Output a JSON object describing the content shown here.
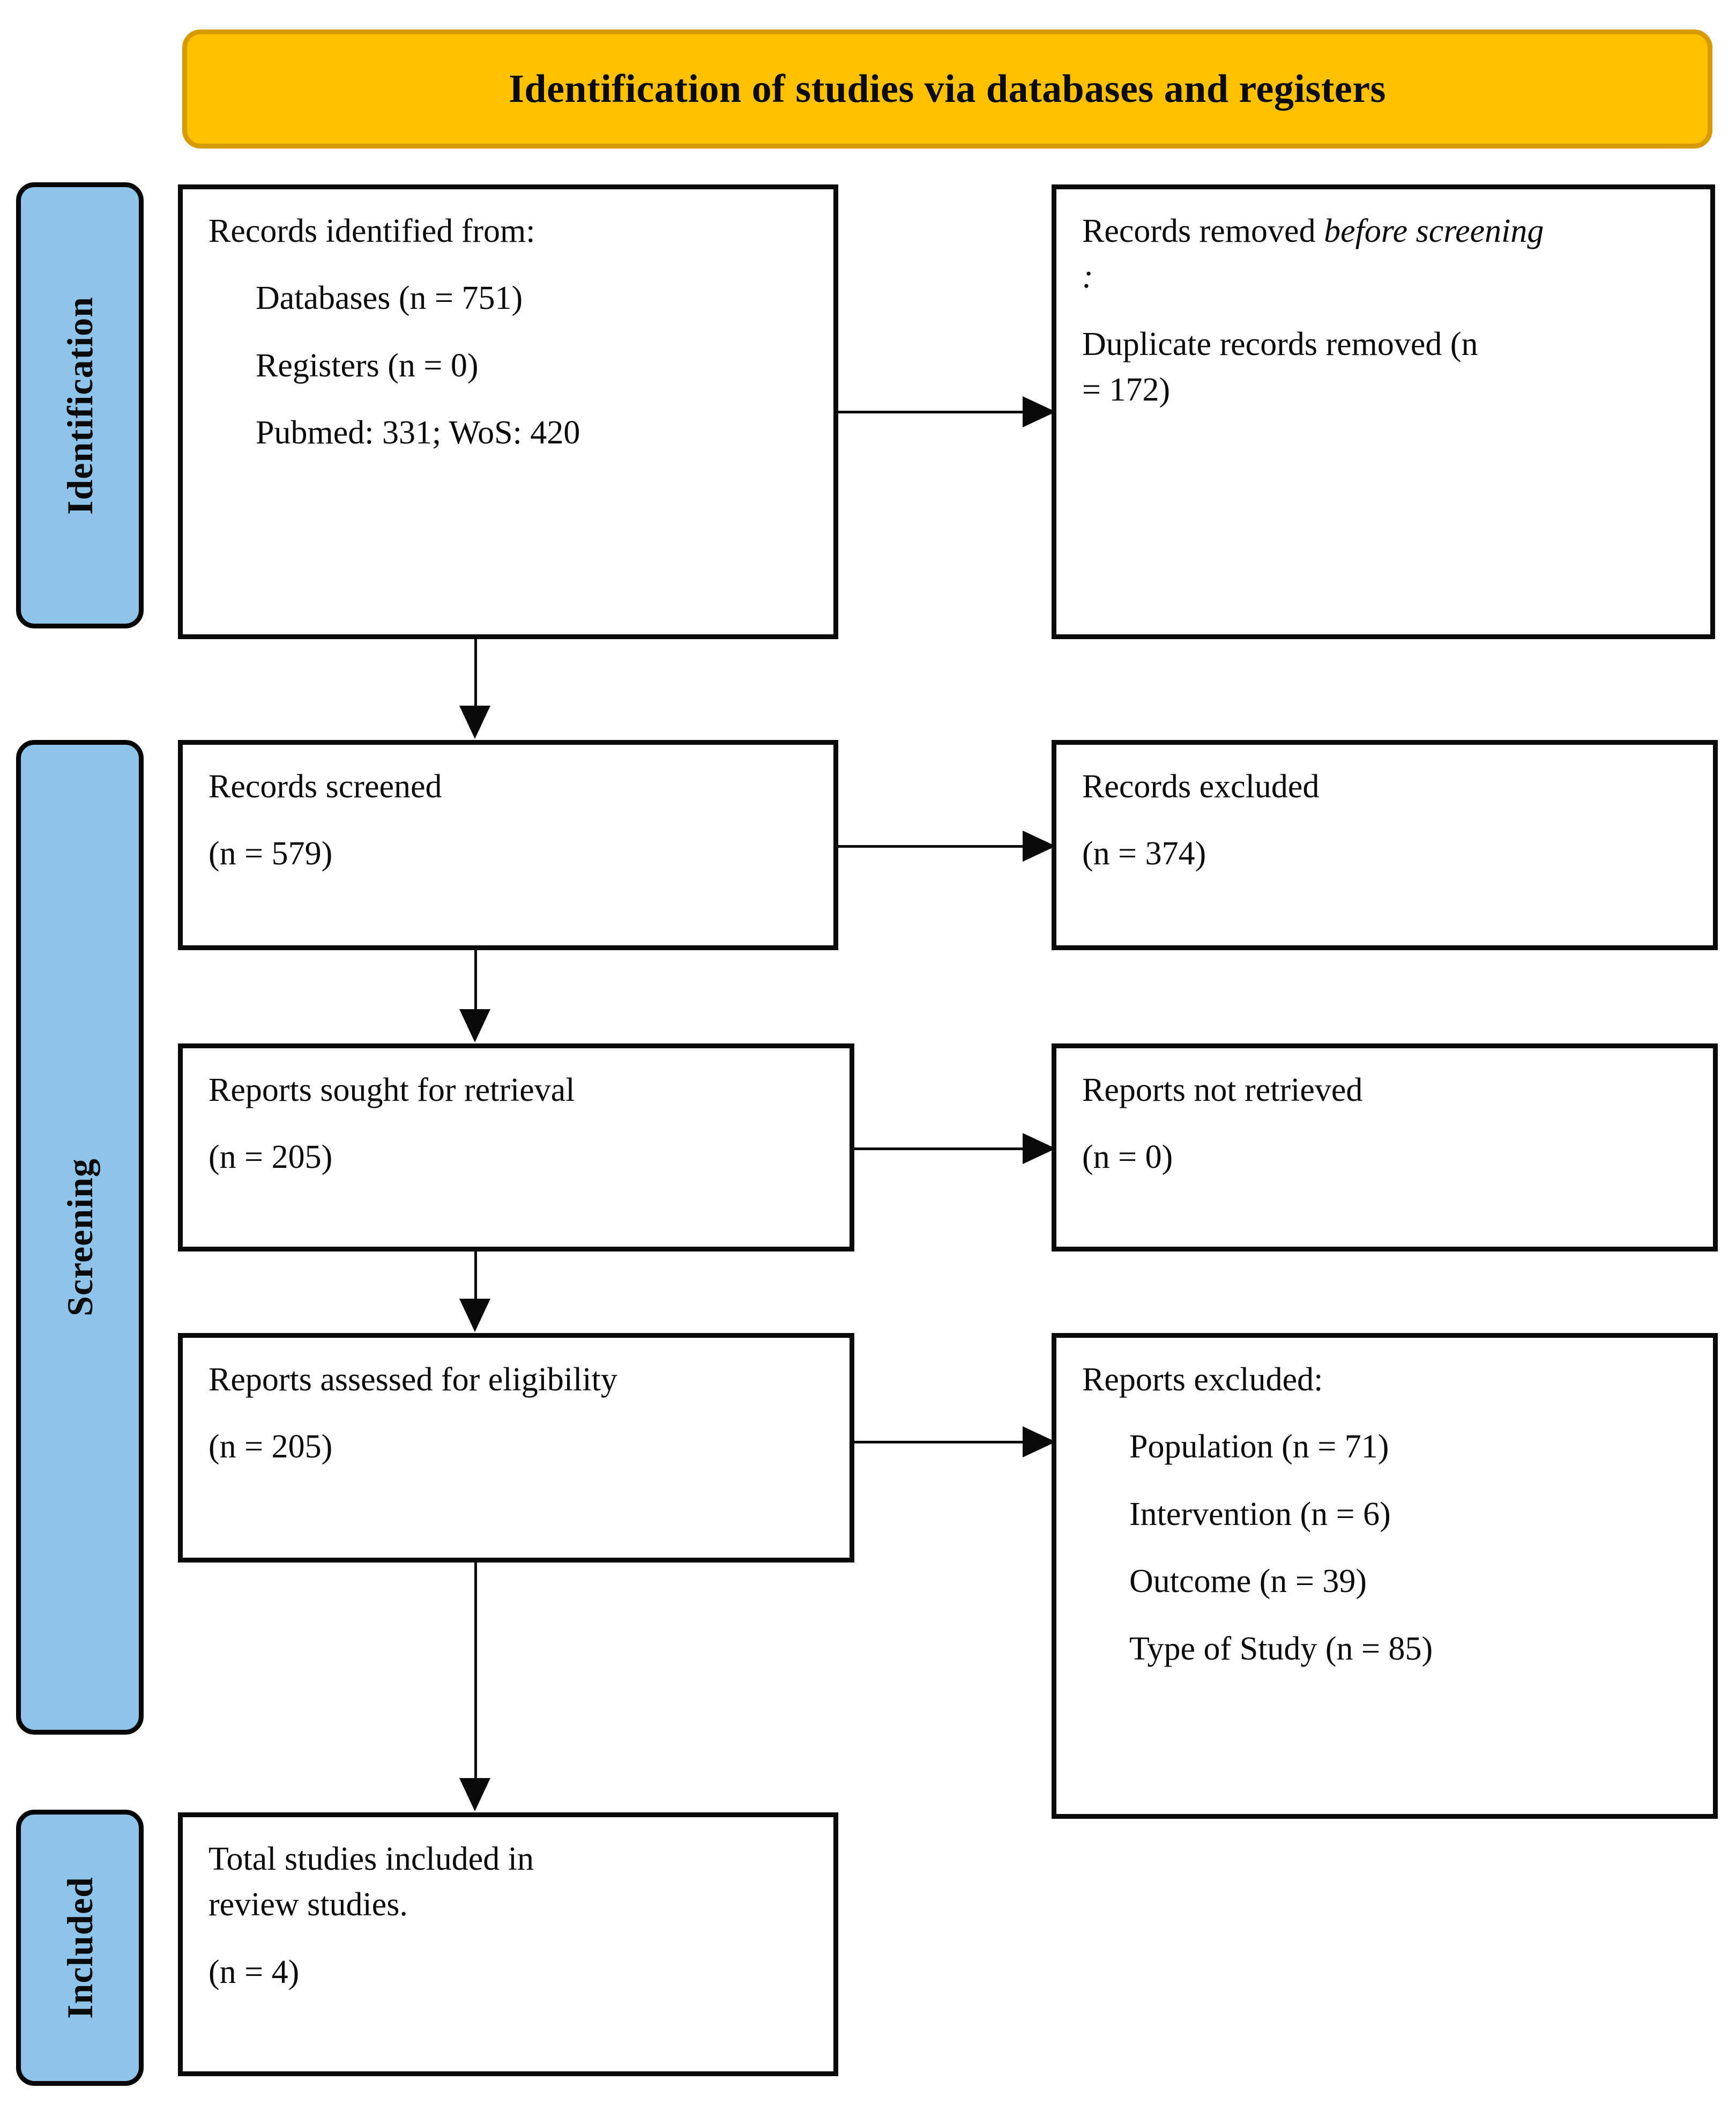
{
  "banner": {
    "title": "Identification of studies via databases and registers",
    "fill_color": "#FFC000",
    "border_color": "#D79B00"
  },
  "stages": {
    "fill_color": "#8EC4EA",
    "border_color": "#050505",
    "identification": "Identification",
    "screening": "Screening",
    "included": "Included"
  },
  "boxes": {
    "identified": {
      "heading": "Records identified from:",
      "line1": "Databases (n = 751)",
      "line2": "Registers (n = 0)",
      "line3": "Pubmed: 331; WoS: 420"
    },
    "removed": {
      "heading_plain": "Records removed ",
      "heading_italic": "before screening",
      "heading_colon": ":",
      "line1": "Duplicate records removed  (n",
      "line2": "= 172)"
    },
    "screened": {
      "heading": "Records screened",
      "count": "(n = 579)"
    },
    "records_excluded": {
      "heading": "Records excluded",
      "count": "(n = 374)"
    },
    "sought": {
      "heading": "Reports sought for retrieval",
      "count": "(n = 205)"
    },
    "not_retrieved": {
      "heading": "Reports not retrieved",
      "count": "(n = 0)"
    },
    "assessed": {
      "heading": "Reports assessed for eligibility",
      "count": "(n = 205)"
    },
    "reports_excluded": {
      "heading": "Reports excluded:",
      "reason1": "Population (n = 71)",
      "reason2": "Intervention (n = 6)",
      "reason3": "Outcome (n = 39)",
      "reason4": "Type of Study (n = 85)"
    },
    "total": {
      "heading_line1": "Total studies included in",
      "heading_line2": "review studies.",
      "count": "(n = 4)"
    }
  }
}
